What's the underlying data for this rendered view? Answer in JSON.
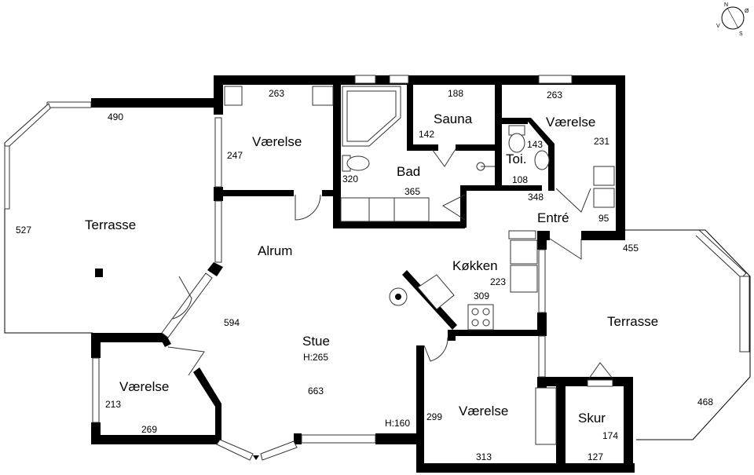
{
  "rooms": {
    "terrasse_left": "Terrasse",
    "vaerelse_top": "Værelse",
    "sauna": "Sauna",
    "bad": "Bad",
    "vaerelse_topright": "Værelse",
    "toi": "Toi.",
    "entre": "Entré",
    "alrum": "Alrum",
    "koekken": "Køkken",
    "terrasse_right": "Terrasse",
    "stue": "Stue",
    "stue_height": "H:265",
    "vaerelse_left": "Værelse",
    "vaerelse_bottom": "Værelse",
    "skur": "Skur",
    "low_height": "H:160"
  },
  "dimensions": {
    "d490": "490",
    "d527": "527",
    "d263a": "263",
    "d247": "247",
    "d188": "188",
    "d142": "142",
    "d320": "320",
    "d365": "365",
    "d263b": "263",
    "d143": "143",
    "d231": "231",
    "d108": "108",
    "d348": "348",
    "d95": "95",
    "d455": "455",
    "d223": "223",
    "d309": "309",
    "d594": "594",
    "d663": "663",
    "d213": "213",
    "d269": "269",
    "d299": "299",
    "d313": "313",
    "d468": "468",
    "d174": "174",
    "d127": "127"
  },
  "compass": {
    "n": "N",
    "o": "Ø",
    "s": "S",
    "v": "V"
  }
}
